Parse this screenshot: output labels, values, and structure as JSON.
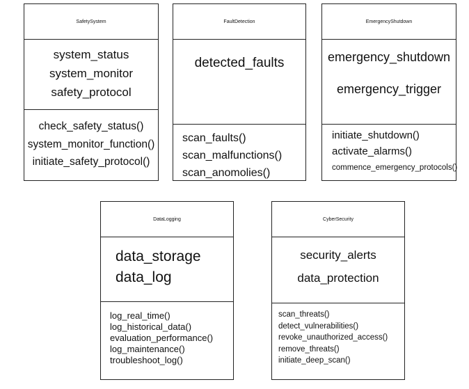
{
  "classes": [
    {
      "name": "SafetySystem",
      "attributes": [
        "system_status",
        "system_monitor",
        "safety_protocol"
      ],
      "methods": [
        "check_safety_status()",
        "system_monitor_function()",
        "initiate_safety_protocol()"
      ]
    },
    {
      "name": "FaultDetection",
      "attributes": [
        "detected_faults"
      ],
      "methods": [
        "scan_faults()",
        "scan_malfunctions()",
        "scan_anomolies()"
      ]
    },
    {
      "name": "EmergencyShutdown",
      "attributes": [
        "emergency_shutdown",
        "emergency_trigger"
      ],
      "methods": [
        "initiate_shutdown()",
        "activate_alarms()",
        "commence_emergency_protocols()"
      ]
    },
    {
      "name": "DataLogging",
      "attributes": [
        "data_storage",
        "data_log"
      ],
      "methods": [
        "log_real_time()",
        "log_historical_data()",
        "evaluation_performance()",
        "log_maintenance()",
        "troubleshoot_log()"
      ]
    },
    {
      "name": "CyberSecurity",
      "attributes": [
        "security_alerts",
        "data_protection"
      ],
      "methods": [
        "scan_threats()",
        "detect_vulnerabilities()",
        "revoke_unauthorized_access()",
        "remove_threats()",
        "initiate_deep_scan()"
      ]
    }
  ]
}
